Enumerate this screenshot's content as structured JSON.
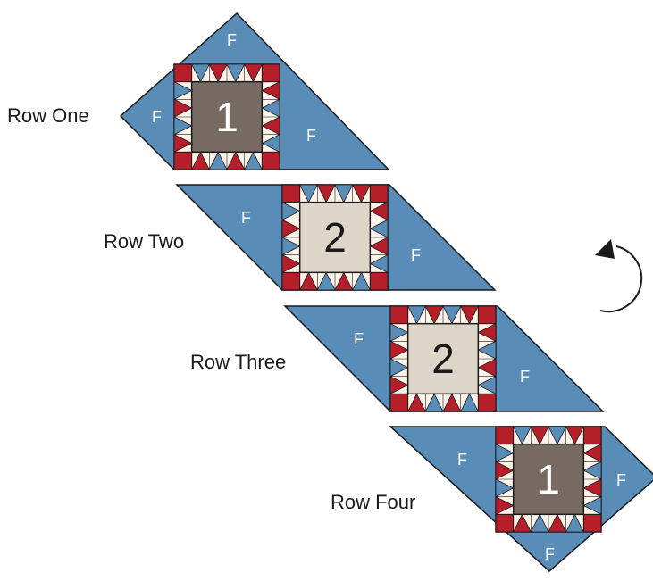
{
  "rows": [
    {
      "label": "Row One",
      "block_number": "1",
      "fill_letters": [
        "F",
        "F",
        "F"
      ]
    },
    {
      "label": "Row Two",
      "block_number": "2",
      "fill_letters": [
        "F",
        "F"
      ]
    },
    {
      "label": "Row Three",
      "block_number": "2",
      "fill_letters": [
        "F",
        "F"
      ]
    },
    {
      "label": "Row Four",
      "block_number": "1",
      "fill_letters": [
        "F",
        "F",
        "F"
      ]
    }
  ],
  "colors": {
    "setting_triangle": "#5a8cb8",
    "light": "#fdf3e8",
    "blue_point": "#5a8cb8",
    "red": "#b51f2a",
    "center_block1": "#766a63",
    "center_block2": "#ddd6c8",
    "outline": "#1a1a1a"
  },
  "icons": {
    "rotation": "rotate-arrow-icon"
  }
}
